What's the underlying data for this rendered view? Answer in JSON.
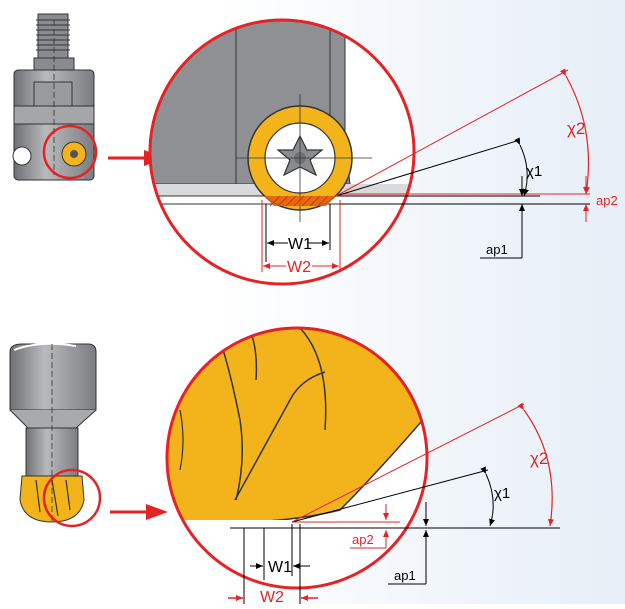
{
  "colors": {
    "background": "#eef3f9",
    "red": "#e42326",
    "yellow": "#f3b41b",
    "grey": "#8f9093",
    "black": "#000000"
  },
  "top": {
    "labels": {
      "chi1": "χ1",
      "chi2": "χ2",
      "w1": "W1",
      "w2": "W2",
      "ap1": "ap1",
      "ap2": "ap2"
    }
  },
  "bottom": {
    "labels": {
      "chi1": "χ1",
      "chi2": "χ2",
      "w1": "W1",
      "w2": "W2",
      "ap1": "ap1",
      "ap2": "ap2"
    }
  }
}
